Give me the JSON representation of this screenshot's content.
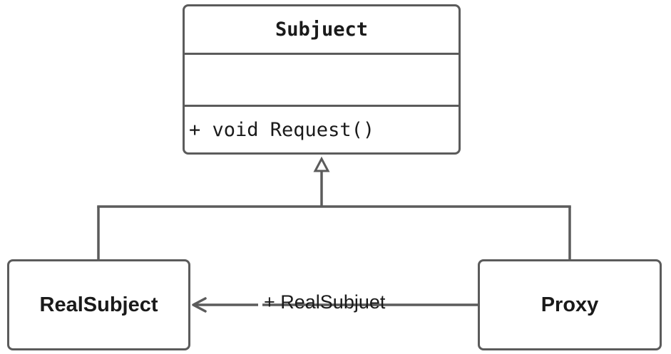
{
  "diagram": {
    "subject": {
      "name": "Subjuect",
      "attributes": [],
      "operations": [
        "+ void Request()"
      ]
    },
    "real_subject": {
      "name": "RealSubject"
    },
    "proxy": {
      "name": "Proxy"
    },
    "association": {
      "label": "+ RealSubjuet"
    },
    "colors": {
      "stroke": "#5b5b5b",
      "text": "#1a1a1a",
      "background": "#ffffff"
    }
  }
}
